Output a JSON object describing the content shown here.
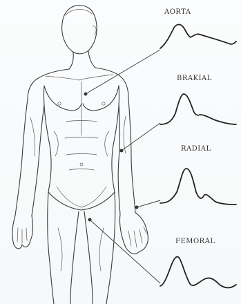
{
  "labels": {
    "aorta": "AORTA",
    "brachial": "BRAKIAL",
    "radial": "RADIAL",
    "femoral": "FEMORAL"
  },
  "colors": {
    "ink": "#3a3a3a",
    "waveform": "#222222",
    "background": "#f8f9fa"
  }
}
